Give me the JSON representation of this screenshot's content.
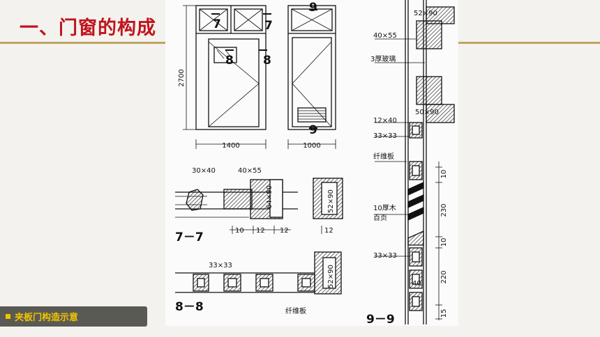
{
  "slide": {
    "title": "一、门窗的构成",
    "caption": "夹板门构造示意"
  },
  "drawing": {
    "dims": {
      "height": "2700",
      "width_a": "1400",
      "width_b": "1000",
      "d1": "10",
      "d2": "230",
      "d3": "10",
      "d4": "220",
      "d5": "40",
      "d6": "15",
      "c1": "10",
      "c2": "12",
      "c3": "12",
      "c4": "12"
    },
    "labels": {
      "s52x90_top": "52×90",
      "s40x55_right": "40×55",
      "glass": "3厚玻璃",
      "s50x90": "50×90",
      "s12x40": "12×40",
      "s33x33_top": "33×33",
      "fiber_top": "纤维板",
      "louver_a": "10厚木",
      "louver_b": "百页",
      "s33x33_bottom": "33×33",
      "s30x40": "30×40",
      "s40x55_mid": "40×55",
      "s64x90": "64×90",
      "s52x90_mid": "52×90",
      "s33x33_88": "33×33",
      "s52x90_low": "52×90",
      "fiber_bottom": "纤维板"
    },
    "sections": {
      "sec77": "7－7",
      "sec88": "8－8",
      "sec99": "9－9",
      "m7a": "7",
      "m7b": "7",
      "m8a": "8",
      "m8b": "8",
      "m9a": "9",
      "m9b": "9"
    }
  }
}
